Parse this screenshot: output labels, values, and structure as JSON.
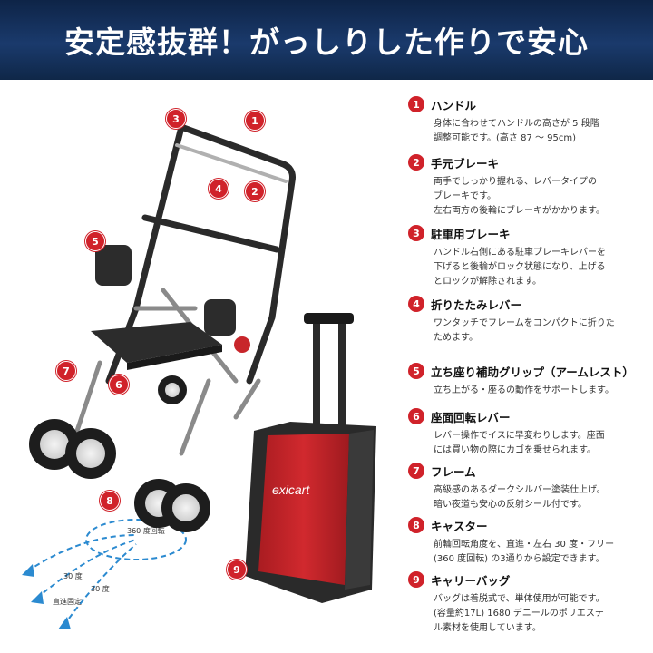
{
  "header": {
    "title": "安定感抜群！がっしりした作りで安心"
  },
  "product": {
    "bag_brand": "exicart",
    "caster_labels": {
      "rotation": "360 度回転",
      "angle_30_a": "30 度",
      "angle_30_b": "30 度",
      "straight": "直進固定"
    },
    "callouts": [
      "1",
      "2",
      "3",
      "4",
      "5",
      "6",
      "7",
      "8",
      "9"
    ]
  },
  "features": [
    {
      "num": "1",
      "title": "ハンドル",
      "desc": "身体に合わせてハンドルの高さが 5 段階\n調整可能です。(高さ 87 ～ 95cm)"
    },
    {
      "num": "2",
      "title": "手元ブレーキ",
      "desc": "両手でしっかり握れる、レバータイプの\nブレーキです。\n左右両方の後輪にブレーキがかかります。"
    },
    {
      "num": "3",
      "title": "駐車用ブレーキ",
      "desc": "ハンドル右側にある駐車ブレーキレバーを\n下げると後輪がロック状態になり、上げる\nとロックが解除されます。"
    },
    {
      "num": "4",
      "title": "折りたたみレバー",
      "desc": "ワンタッチでフレームをコンパクトに折りた\nためます。"
    },
    {
      "num": "5",
      "title": "立ち座り補助グリップ（アームレスト）",
      "desc": "立ち上がる・座るの動作をサポートします。"
    },
    {
      "num": "6",
      "title": "座面回転レバー",
      "desc": "レバー操作でイスに早変わりします。座面\nには買い物の際にカゴを乗せられます。"
    },
    {
      "num": "7",
      "title": "フレーム",
      "desc": "高級感のあるダークシルバー塗装仕上げ。\n暗い夜道も安心の反射シール付です。"
    },
    {
      "num": "8",
      "title": "キャスター",
      "desc": "前輪回転角度を、直進・左右 30 度・フリー\n(360 度回転) の3通りから設定できます。"
    },
    {
      "num": "9",
      "title": "キャリーバッグ",
      "desc": "バッグは着脱式で、単体使用が可能です。\n(容量約17L) 1680 デニールのポリエステ\nル素材を使用しています。"
    }
  ],
  "colors": {
    "accent": "#d0222a",
    "banner": "#13305c",
    "bag": "#c8262b"
  }
}
